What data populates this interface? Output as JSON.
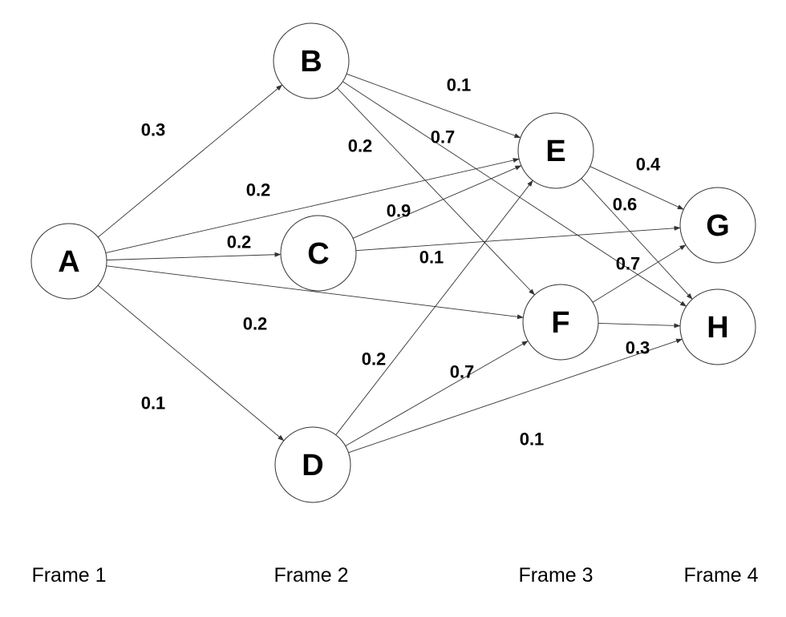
{
  "nodes": [
    {
      "id": "A",
      "label": "A"
    },
    {
      "id": "B",
      "label": "B"
    },
    {
      "id": "C",
      "label": "C"
    },
    {
      "id": "D",
      "label": "D"
    },
    {
      "id": "E",
      "label": "E"
    },
    {
      "id": "F",
      "label": "F"
    },
    {
      "id": "G",
      "label": "G"
    },
    {
      "id": "H",
      "label": "H"
    }
  ],
  "edges": [
    {
      "from": "A",
      "to": "B",
      "weight": "0.3"
    },
    {
      "from": "A",
      "to": "E",
      "weight": "0.2"
    },
    {
      "from": "A",
      "to": "C",
      "weight": "0.2"
    },
    {
      "from": "A",
      "to": "F",
      "weight": "0.2"
    },
    {
      "from": "A",
      "to": "D",
      "weight": "0.1"
    },
    {
      "from": "B",
      "to": "E",
      "weight": "0.1"
    },
    {
      "from": "B",
      "to": "H",
      "weight": "0.7"
    },
    {
      "from": "B",
      "to": "F",
      "weight": "0.2"
    },
    {
      "from": "C",
      "to": "E",
      "weight": "0.9"
    },
    {
      "from": "C",
      "to": "G",
      "weight": "0.1"
    },
    {
      "from": "D",
      "to": "E",
      "weight": "0.2"
    },
    {
      "from": "D",
      "to": "F",
      "weight": "0.7"
    },
    {
      "from": "D",
      "to": "H",
      "weight": "0.1"
    },
    {
      "from": "E",
      "to": "G",
      "weight": "0.4"
    },
    {
      "from": "E",
      "to": "H",
      "weight": "0.6"
    },
    {
      "from": "F",
      "to": "G",
      "weight": "0.7"
    },
    {
      "from": "F",
      "to": "H",
      "weight": "0.3"
    }
  ],
  "frames": [
    "Frame 1",
    "Frame 2",
    "Frame 3",
    "Frame 4"
  ]
}
